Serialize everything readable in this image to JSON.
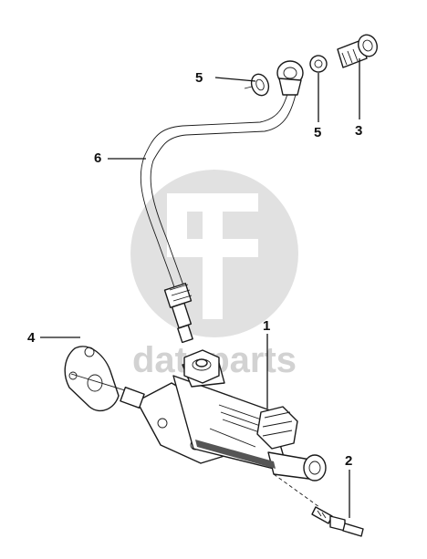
{
  "watermark": {
    "text": "dataparts",
    "color": "#d6d6d6"
  },
  "callouts": [
    {
      "id": "5",
      "label": "5"
    },
    {
      "id": "5b",
      "label": "5"
    },
    {
      "id": "3",
      "label": "3"
    },
    {
      "id": "6",
      "label": "6"
    },
    {
      "id": "1",
      "label": "1"
    },
    {
      "id": "4",
      "label": "4"
    },
    {
      "id": "2",
      "label": "2"
    }
  ]
}
